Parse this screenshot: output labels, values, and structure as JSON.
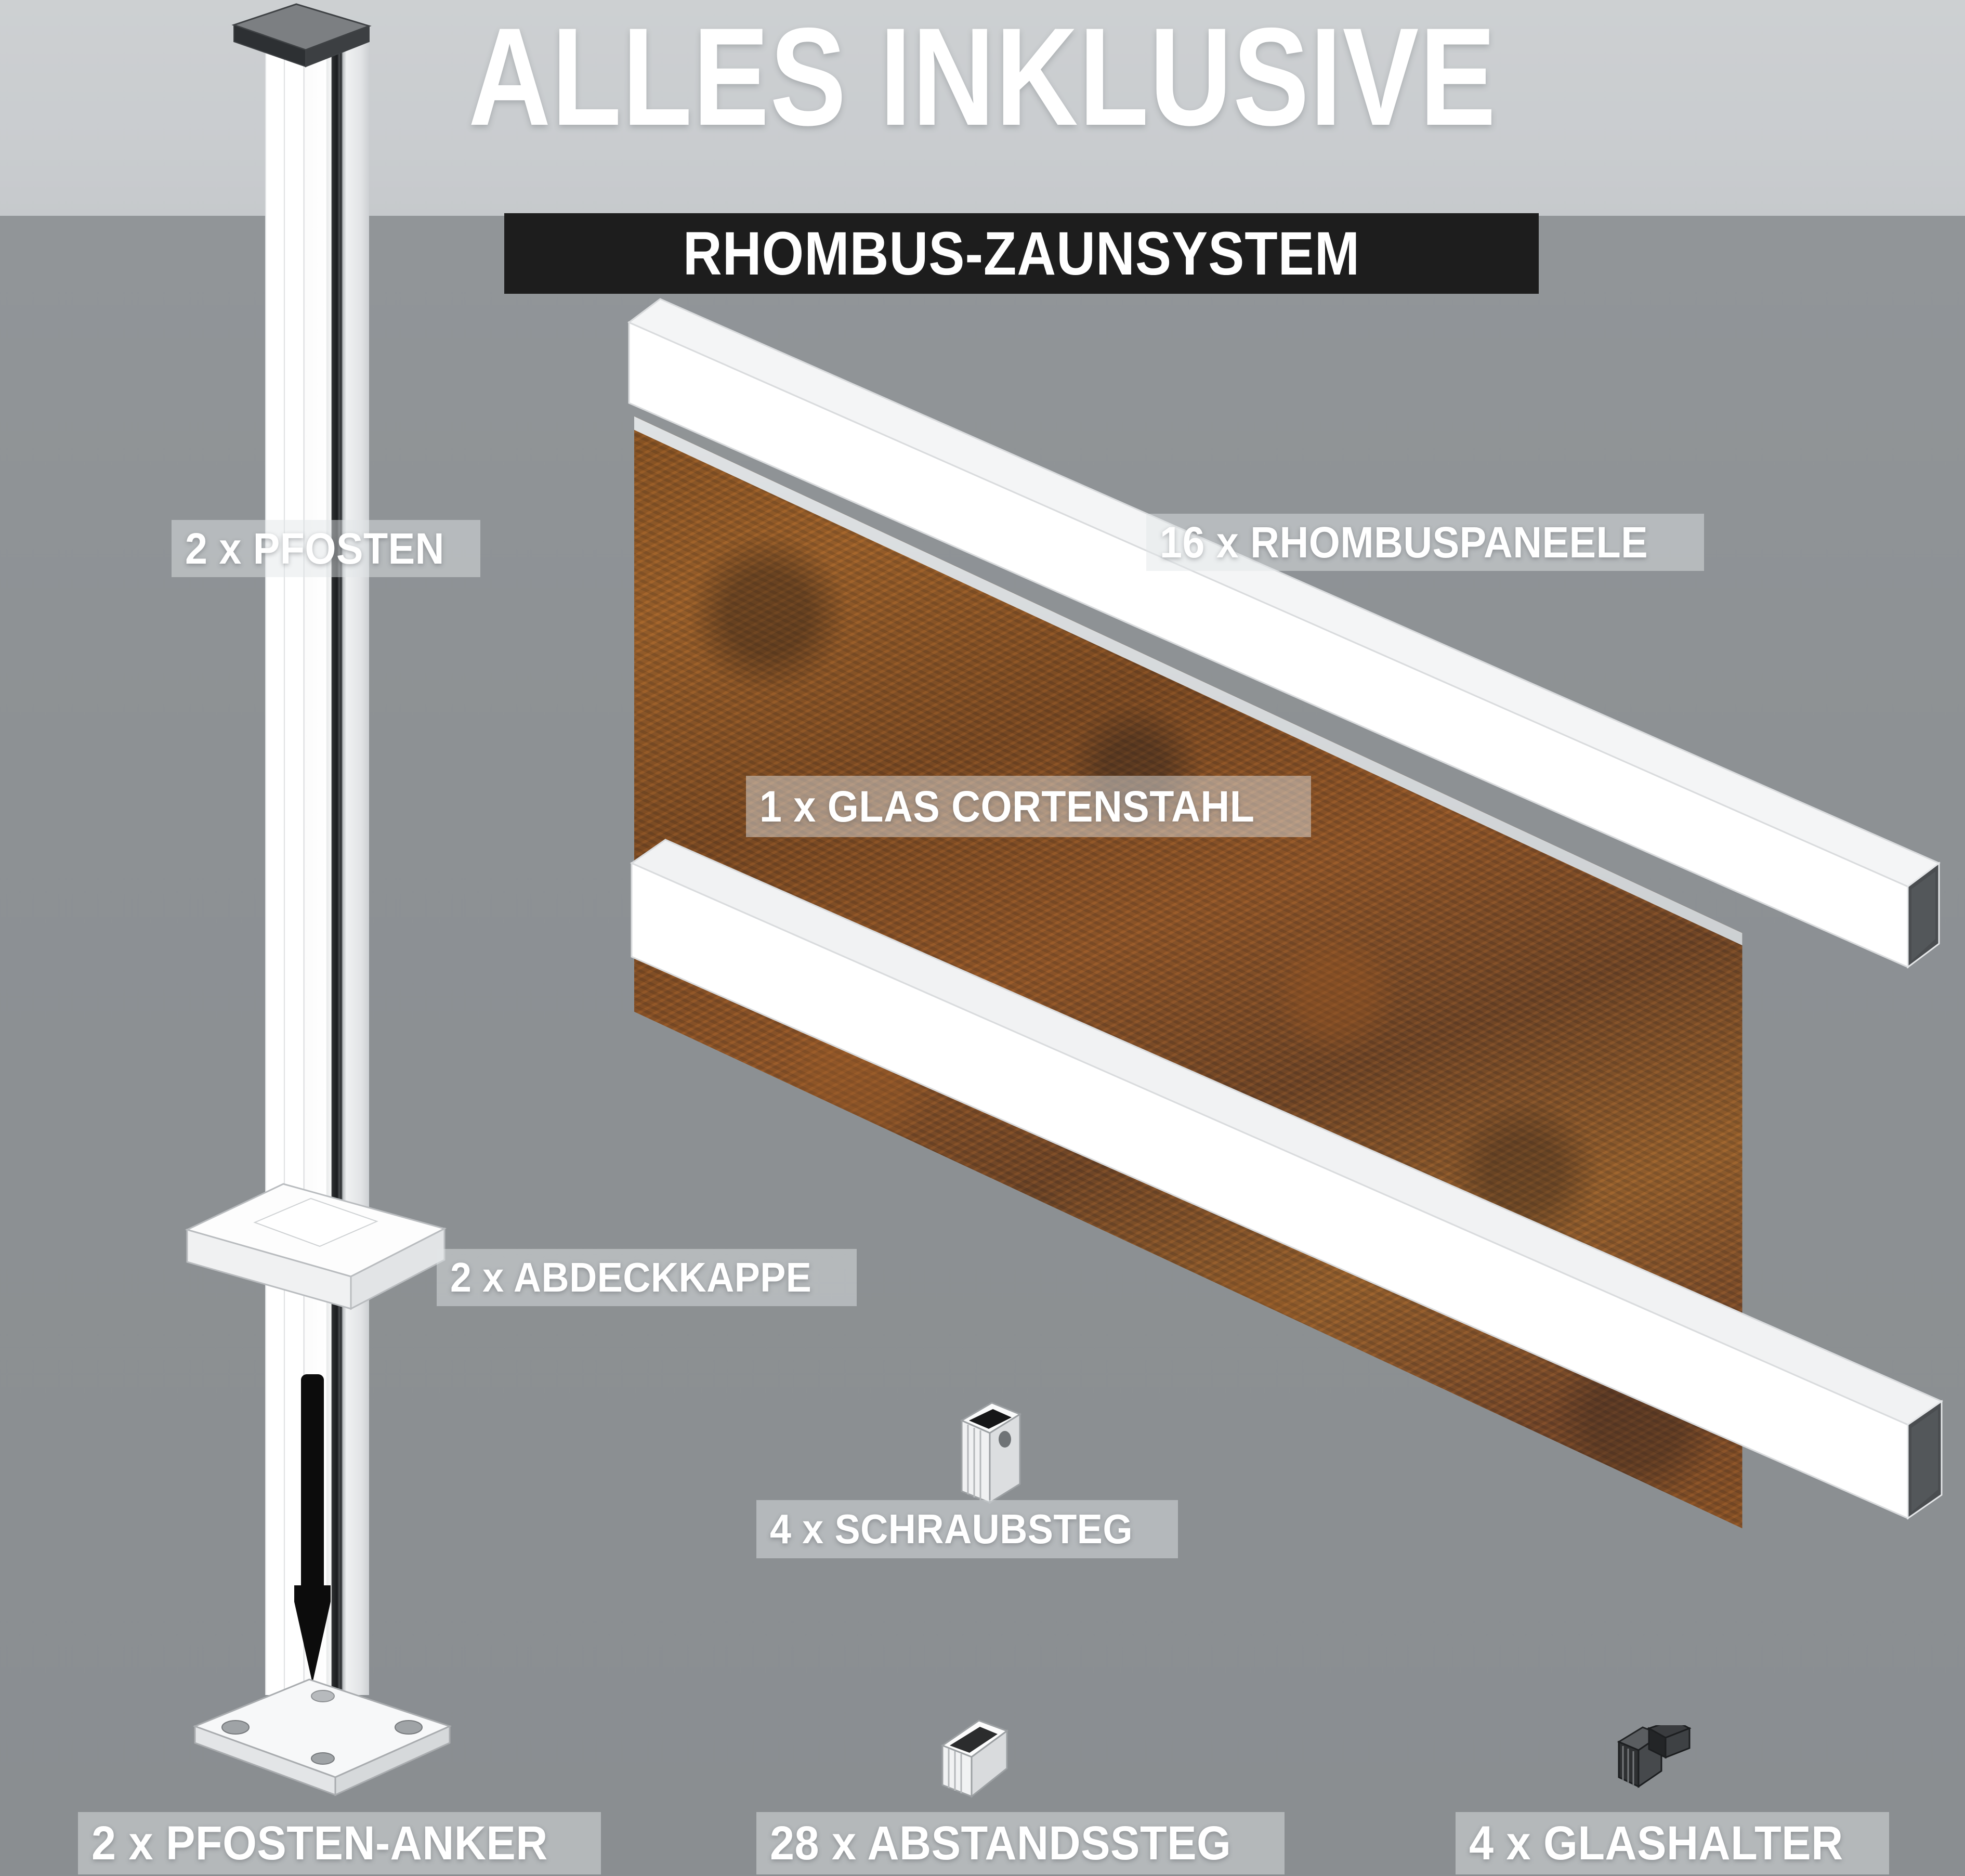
{
  "header": {
    "title": "ALLES INKLUSIVE",
    "subtitle": "RHOMBUS-ZAUNSYSTEM"
  },
  "colors": {
    "band_top": "#c9cccf",
    "background": "#8d9194",
    "banner": "#1d1d1d",
    "label_plate": "rgba(226,230,233,0.48)",
    "label_text": "#ffffff",
    "aluminium": "#ffffff",
    "post_channel": "#1a1c1e",
    "corten_rust": "#8a5526",
    "glass_holder": "#343639",
    "post_cap": "#4a4d50"
  },
  "labels": {
    "post": "2 x PFOSTEN",
    "panels": "16 x RHOMBUSPANEELE",
    "glass": "1 x GLAS CORTENSTAHL",
    "cover_cap": "2 x ABDECKKAPPE",
    "screw_bar": "4 x SCHRAUBSTEG",
    "post_anchor": "2 x PFOSTEN-ANKER",
    "spacer_bar": "28 x ABSTANDSSTEG",
    "glass_holder": "4 x GLASHALTER"
  },
  "parts": [
    {
      "qty": 2,
      "unit": "x",
      "name": "PFOSTEN",
      "label": "2 x PFOSTEN"
    },
    {
      "qty": 16,
      "unit": "x",
      "name": "RHOMBUSPANEELE",
      "label": "16 x RHOMBUSPANEELE"
    },
    {
      "qty": 1,
      "unit": "x",
      "name": "GLAS CORTENSTAHL",
      "label": "1 x GLAS CORTENSTAHL"
    },
    {
      "qty": 2,
      "unit": "x",
      "name": "ABDECKKAPPE",
      "label": "2 x ABDECKKAPPE"
    },
    {
      "qty": 4,
      "unit": "x",
      "name": "SCHRAUBSTEG",
      "label": "4 x SCHRAUBSTEG"
    },
    {
      "qty": 2,
      "unit": "x",
      "name": "PFOSTEN-ANKER",
      "label": "2 x PFOSTEN-ANKER"
    },
    {
      "qty": 28,
      "unit": "x",
      "name": "ABSTANDSSTEG",
      "label": "28 x ABSTANDSSTEG"
    },
    {
      "qty": 4,
      "unit": "x",
      "name": "GLASHALTER",
      "label": "4 x GLASHALTER"
    }
  ],
  "icons": {
    "post_cap": "post-cap-icon",
    "cover_cap": "cover-cap-icon",
    "down_arrow": "down-arrow-icon",
    "anchor_plate": "anchor-plate-icon",
    "screw_bar": "screw-bar-profile-icon",
    "spacer_bar": "spacer-bar-profile-icon",
    "glass_holder": "glass-holder-profile-icon",
    "rail_top": "top-rail-icon",
    "rail_bottom": "bottom-rail-icon",
    "corten_panel": "corten-glass-panel-icon"
  }
}
